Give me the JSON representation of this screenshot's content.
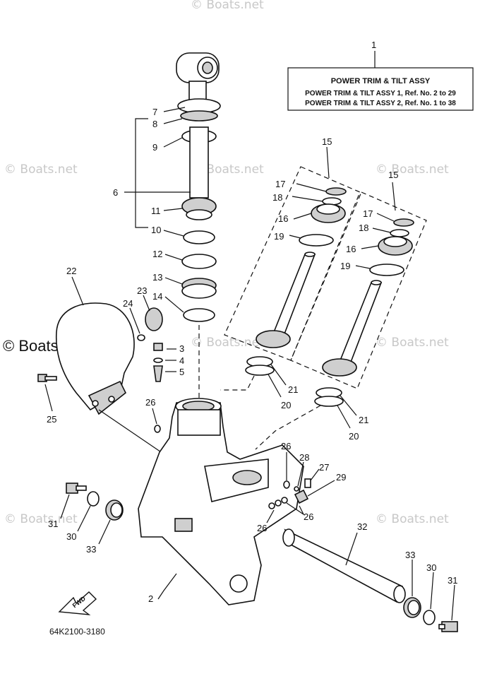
{
  "title_box": {
    "ref": "1",
    "heading": "POWER TRIM & TILT ASSY",
    "line1": "POWER TRIM & TILT ASSY 1,  Ref. No. 2 to 29",
    "line2": "POWER TRIM & TILT ASSY 2,  Ref. No. 1 to 38"
  },
  "watermark": "© Boats.net",
  "diagram_code": "64K2100-3180",
  "fwd_label": "FWD",
  "callouts": {
    "c2": "2",
    "c3": "3",
    "c4": "4",
    "c5": "5",
    "c6": "6",
    "c7": "7",
    "c8": "8",
    "c9": "9",
    "c10": "10",
    "c11": "11",
    "c12": "12",
    "c13": "13",
    "c14": "14",
    "c15a": "15",
    "c15b": "15",
    "c16a": "16",
    "c16b": "16",
    "c17a": "17",
    "c17b": "17",
    "c18a": "18",
    "c18b": "18",
    "c19a": "19",
    "c19b": "19",
    "c20a": "20",
    "c20b": "20",
    "c21a": "21",
    "c21b": "21",
    "c22": "22",
    "c23": "23",
    "c24": "24",
    "c25": "25",
    "c26a": "26",
    "c26b": "26",
    "c26c": "26",
    "c26d": "26",
    "c27": "27",
    "c28": "28",
    "c29": "29",
    "c30a": "30",
    "c30b": "30",
    "c31a": "31",
    "c31b": "31",
    "c32": "32",
    "c33a": "33",
    "c33b": "33"
  }
}
